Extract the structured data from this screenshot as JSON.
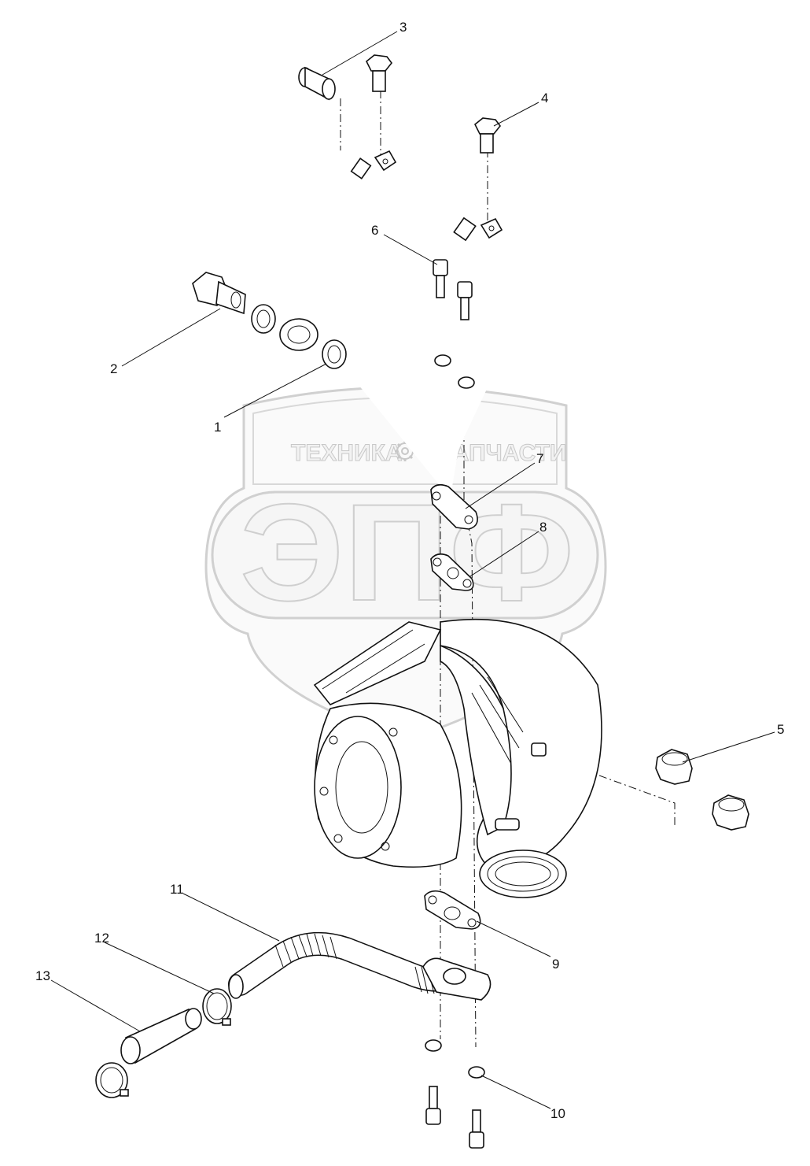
{
  "watermark": {
    "left_text": "ТЕХНИКА",
    "right_text": "ЗАПЧАСТИ",
    "logo_text": "ЭПФ",
    "gear_icon": "gear-icon"
  },
  "callouts": [
    {
      "id": "1",
      "label": "1"
    },
    {
      "id": "2",
      "label": "2"
    },
    {
      "id": "3",
      "label": "3"
    },
    {
      "id": "4",
      "label": "4"
    },
    {
      "id": "5",
      "label": "5"
    },
    {
      "id": "6",
      "label": "6"
    },
    {
      "id": "7",
      "label": "7"
    },
    {
      "id": "8",
      "label": "8"
    },
    {
      "id": "9",
      "label": "9"
    },
    {
      "id": "10",
      "label": "10"
    },
    {
      "id": "11",
      "label": "11"
    },
    {
      "id": "12",
      "label": "12"
    },
    {
      "id": "13",
      "label": "13"
    }
  ]
}
